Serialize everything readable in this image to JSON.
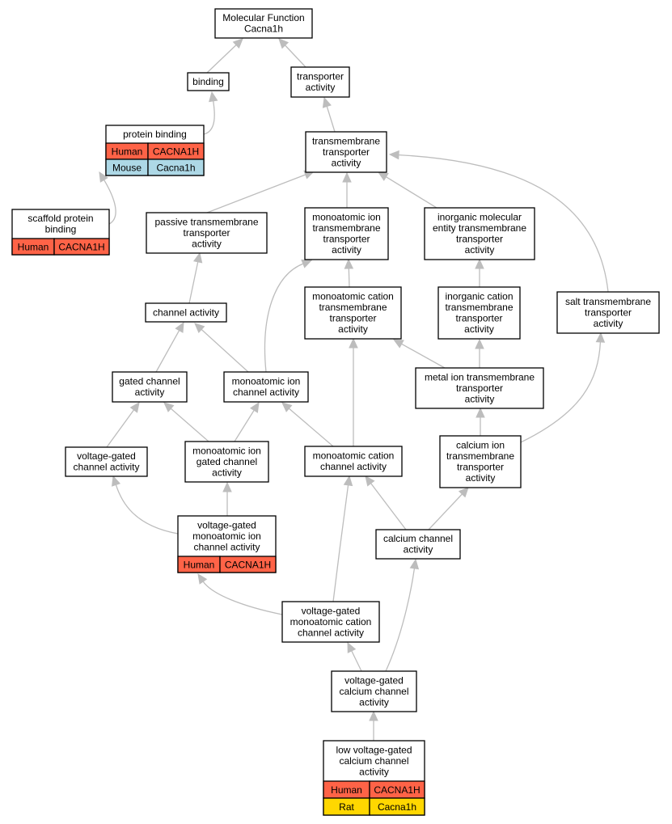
{
  "colors": {
    "edge": "#bdbdbd",
    "human": "#ff6347",
    "mouse": "#add8e6",
    "rat": "#ffd700",
    "node_border": "#000000",
    "node_fill": "#ffffff"
  },
  "nodes": {
    "root": {
      "lines": [
        "Molecular Function",
        "Cacna1h"
      ]
    },
    "binding": {
      "lines": [
        "binding"
      ]
    },
    "transporter": {
      "lines": [
        "transporter",
        "activity"
      ]
    },
    "protein_binding": {
      "lines": [
        "protein binding"
      ],
      "rows": [
        {
          "species": "Human",
          "gene": "CACNA1H",
          "color": "#ff6347"
        },
        {
          "species": "Mouse",
          "gene": "Cacna1h",
          "color": "#add8e6"
        }
      ]
    },
    "tm_transporter": {
      "lines": [
        "transmembrane",
        "transporter",
        "activity"
      ]
    },
    "scaffold": {
      "lines": [
        "scaffold protein",
        "binding"
      ],
      "rows": [
        {
          "species": "Human",
          "gene": "CACNA1H",
          "color": "#ff6347"
        }
      ]
    },
    "passive": {
      "lines": [
        "passive transmembrane",
        "transporter",
        "activity"
      ]
    },
    "mono_ion_tm": {
      "lines": [
        "monoatomic ion",
        "transmembrane",
        "transporter",
        "activity"
      ]
    },
    "inorganic_mol": {
      "lines": [
        "inorganic molecular",
        "entity transmembrane",
        "transporter",
        "activity"
      ]
    },
    "channel": {
      "lines": [
        "channel activity"
      ]
    },
    "mono_cation_tm": {
      "lines": [
        "monoatomic cation",
        "transmembrane",
        "transporter",
        "activity"
      ]
    },
    "inorganic_cation": {
      "lines": [
        "inorganic cation",
        "transmembrane",
        "transporter",
        "activity"
      ]
    },
    "salt": {
      "lines": [
        "salt transmembrane",
        "transporter",
        "activity"
      ]
    },
    "gated": {
      "lines": [
        "gated channel",
        "activity"
      ]
    },
    "mono_ion_ch": {
      "lines": [
        "monoatomic ion",
        "channel activity"
      ]
    },
    "metal": {
      "lines": [
        "metal ion transmembrane",
        "transporter",
        "activity"
      ]
    },
    "vg_ch": {
      "lines": [
        "voltage-gated",
        "channel activity"
      ]
    },
    "mono_ion_gated": {
      "lines": [
        "monoatomic ion",
        "gated channel",
        "activity"
      ]
    },
    "mono_cation_ch": {
      "lines": [
        "monoatomic cation",
        "channel activity"
      ]
    },
    "calcium_ion_tm": {
      "lines": [
        "calcium ion",
        "transmembrane",
        "transporter",
        "activity"
      ]
    },
    "vg_mono_ion": {
      "lines": [
        "voltage-gated",
        "monoatomic ion",
        "channel activity"
      ],
      "rows": [
        {
          "species": "Human",
          "gene": "CACNA1H",
          "color": "#ff6347"
        }
      ]
    },
    "calcium_ch": {
      "lines": [
        "calcium channel",
        "activity"
      ]
    },
    "vg_mono_cation": {
      "lines": [
        "voltage-gated",
        "monoatomic cation",
        "channel activity"
      ]
    },
    "vg_calcium": {
      "lines": [
        "voltage-gated",
        "calcium channel",
        "activity"
      ]
    },
    "low_vg": {
      "lines": [
        "low voltage-gated",
        "calcium channel",
        "activity"
      ],
      "rows": [
        {
          "species": "Human",
          "gene": "CACNA1H",
          "color": "#ff6347"
        },
        {
          "species": "Rat",
          "gene": "Cacna1h",
          "color": "#ffd700"
        }
      ]
    }
  }
}
